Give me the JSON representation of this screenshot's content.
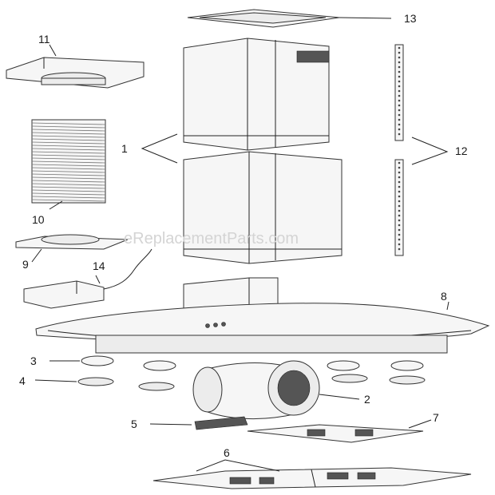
{
  "watermark": "eReplacementParts.com",
  "callouts": [
    {
      "id": "1",
      "text": "1"
    },
    {
      "id": "2",
      "text": "2"
    },
    {
      "id": "3",
      "text": "3"
    },
    {
      "id": "4",
      "text": "4"
    },
    {
      "id": "5",
      "text": "5"
    },
    {
      "id": "6",
      "text": "6"
    },
    {
      "id": "7",
      "text": "7"
    },
    {
      "id": "8",
      "text": "8"
    },
    {
      "id": "9",
      "text": "9"
    },
    {
      "id": "10",
      "text": "10"
    },
    {
      "id": "11",
      "text": "11"
    },
    {
      "id": "12",
      "text": "12"
    },
    {
      "id": "13",
      "text": "13"
    },
    {
      "id": "14",
      "text": "14"
    }
  ]
}
